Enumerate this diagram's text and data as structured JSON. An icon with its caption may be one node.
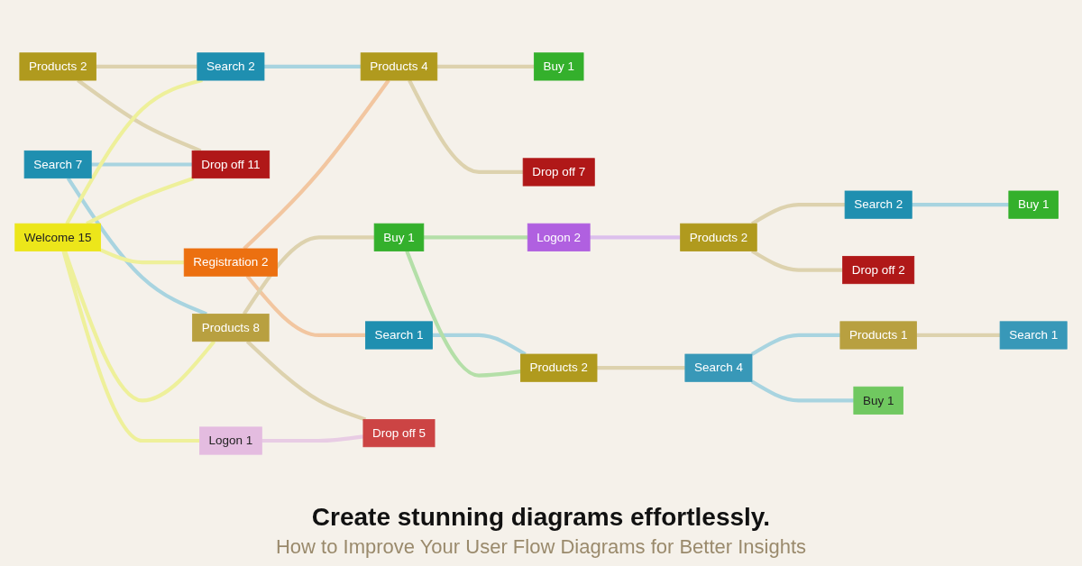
{
  "diagram": {
    "title": "How to Improve Your User Flow Diagrams for Better Insights",
    "caption": "Create stunning diagrams effortlessly.",
    "nodes": [
      {
        "text": [
          "Products 2"
        ]
      },
      {
        "text": [
          "Search 7"
        ]
      },
      {
        "text": [
          "Welcome 15"
        ]
      },
      {
        "text": [
          "Search 2"
        ]
      },
      {
        "text": [
          "Drop off 11"
        ]
      },
      {
        "text": [
          "Registration 2"
        ]
      },
      {
        "text": [
          "Products 8"
        ]
      },
      {
        "text": [
          "Logon 1"
        ]
      },
      {
        "text": [
          "Products 4"
        ]
      },
      {
        "text": [
          "Search 1"
        ]
      },
      {
        "text": [
          "Buy 1"
        ]
      },
      {
        "text": [
          "Drop off 5"
        ]
      },
      {
        "text": [
          "Buy 1"
        ]
      },
      {
        "text": [
          "Drop off 7"
        ]
      },
      {
        "text": [
          "Logon 2"
        ]
      },
      {
        "text": [
          "Products 2"
        ]
      },
      {
        "text": [
          "Products 2"
        ]
      },
      {
        "text": [
          "Search 4"
        ]
      },
      {
        "text": [
          "Search 2"
        ]
      },
      {
        "text": [
          "Drop off 2"
        ]
      },
      {
        "text": [
          "Products 1"
        ]
      },
      {
        "text": [
          "Buy 1"
        ]
      },
      {
        "text": [
          "Buy 1"
        ]
      },
      {
        "text": [
          "Search 1"
        ]
      }
    ],
    "edges": [
      {
        "from": 0,
        "to": 3,
        "arrow": "none"
      },
      {
        "from": 0,
        "to": 4,
        "arrow": "none"
      },
      {
        "from": 1,
        "to": 4,
        "arrow": "none",
        "color": "#a8d4e0"
      },
      {
        "from": 1,
        "to": 6,
        "arrow": "none",
        "color": "#a8d4e0"
      },
      {
        "from": 2,
        "to": 3,
        "arrow": "none",
        "color": "#eef09a"
      },
      {
        "from": 2,
        "to": 4,
        "arrow": "none",
        "color": "#eef09a"
      },
      {
        "from": 2,
        "to": 5,
        "arrow": "none",
        "color": "#eef09a"
      },
      {
        "from": 2,
        "to": 6,
        "arrow": "none",
        "color": "#eef09a"
      },
      {
        "from": 2,
        "to": 7,
        "arrow": "none",
        "color": "#eef09a"
      },
      {
        "from": 3,
        "to": 8,
        "arrow": "none",
        "color": "#a8d4e0"
      },
      {
        "from": 5,
        "to": 8,
        "arrow": "none",
        "color": "#f2c6a0"
      },
      {
        "from": 5,
        "to": 9,
        "arrow": "none",
        "color": "#f2c6a0"
      },
      {
        "from": 6,
        "to": 10,
        "arrow": "none"
      },
      {
        "from": 6,
        "to": 11,
        "arrow": "none"
      },
      {
        "from": 7,
        "to": 11,
        "arrow": "none",
        "color": "#e8cce4"
      },
      {
        "from": 8,
        "to": 12,
        "arrow": "none"
      },
      {
        "from": 8,
        "to": 13,
        "arrow": "none"
      },
      {
        "from": 9,
        "to": 15,
        "arrow": "none",
        "color": "#a8d4e0"
      },
      {
        "from": 10,
        "to": 14,
        "arrow": "none",
        "color": "#b4dfa8"
      },
      {
        "from": 10,
        "to": 15,
        "arrow": "none",
        "color": "#b4dfa8"
      },
      {
        "from": 14,
        "to": 16,
        "arrow": "none",
        "color": "#dcc0ec"
      },
      {
        "from": 15,
        "to": 17,
        "arrow": "none"
      },
      {
        "from": 16,
        "to": 18,
        "arrow": "none"
      },
      {
        "from": 16,
        "to": 19,
        "arrow": "none"
      },
      {
        "from": 17,
        "to": 20,
        "arrow": "none",
        "color": "#a8d4e0"
      },
      {
        "from": 17,
        "to": 21,
        "arrow": "none",
        "color": "#a8d4e0"
      },
      {
        "from": 18,
        "to": 22,
        "arrow": "none",
        "color": "#a8d4e0"
      },
      {
        "from": 20,
        "to": 23,
        "arrow": "none"
      }
    ]
  }
}
